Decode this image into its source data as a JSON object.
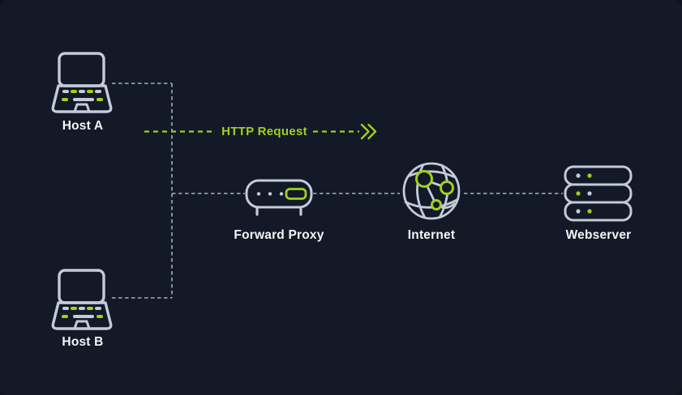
{
  "colors": {
    "background": "#131927",
    "icon_stroke": "#c5cadb",
    "line_gray": "#a6adbf",
    "accent_green": "#9dd21f",
    "label_text": "#f4f5f8"
  },
  "nodes": {
    "host_a": {
      "label": "Host A",
      "icon": "laptop-icon"
    },
    "host_b": {
      "label": "Host B",
      "icon": "laptop-icon"
    },
    "forward_proxy": {
      "label": "Forward Proxy",
      "icon": "proxy-router-icon"
    },
    "internet": {
      "label": "Internet",
      "icon": "globe-network-icon"
    },
    "webserver": {
      "label": "Webserver",
      "icon": "server-stack-icon"
    }
  },
  "flow": {
    "label": "HTTP Request",
    "direction": "right"
  },
  "connections": [
    {
      "from": "host_a",
      "to": "forward_proxy",
      "style": "dashed"
    },
    {
      "from": "host_b",
      "to": "forward_proxy",
      "style": "dashed"
    },
    {
      "from": "forward_proxy",
      "to": "internet",
      "style": "dashed"
    },
    {
      "from": "internet",
      "to": "webserver",
      "style": "dashed"
    }
  ]
}
